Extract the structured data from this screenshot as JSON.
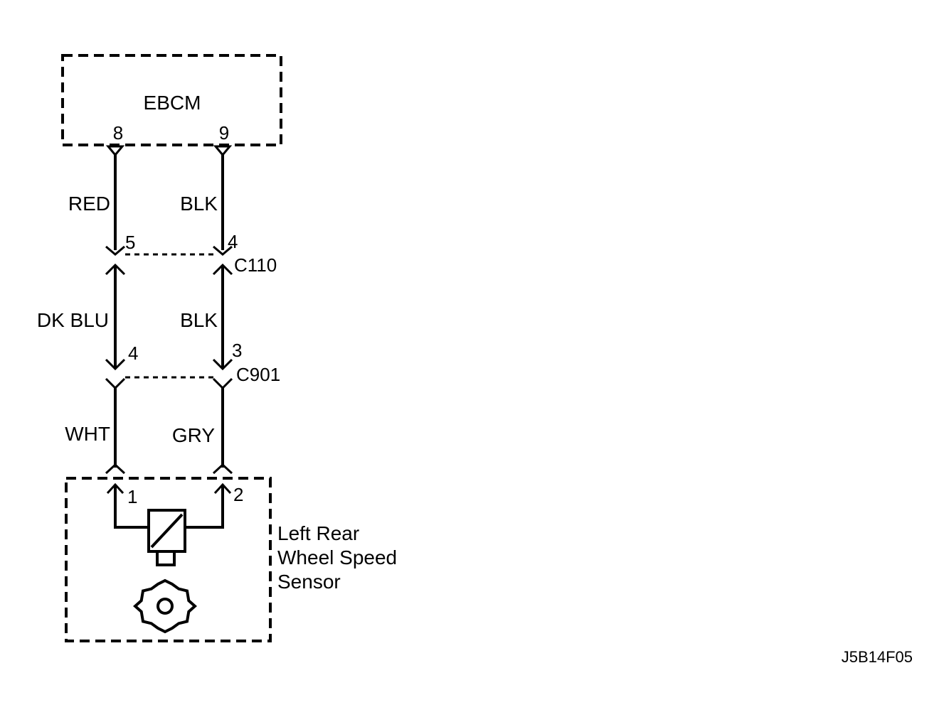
{
  "modules": {
    "ebcm": {
      "label": "EBCM"
    },
    "sensor": {
      "label_lines": [
        "Left Rear",
        "Wheel Speed",
        "Sensor"
      ]
    }
  },
  "ebcm_pins": {
    "left": "8",
    "right": "9"
  },
  "wires": {
    "ebcm_left": "RED",
    "ebcm_right": "BLK",
    "mid_left": "DK BLU",
    "mid_right": "BLK",
    "sensor_left": "WHT",
    "sensor_right": "GRY"
  },
  "connectors": {
    "c110": {
      "name": "C110",
      "left_pin": "5",
      "right_pin": "4"
    },
    "c901": {
      "name": "C901",
      "left_pin": "4",
      "right_pin": "3"
    }
  },
  "sensor_pins": {
    "left": "1",
    "right": "2"
  },
  "figure_code": "J5B14F05"
}
